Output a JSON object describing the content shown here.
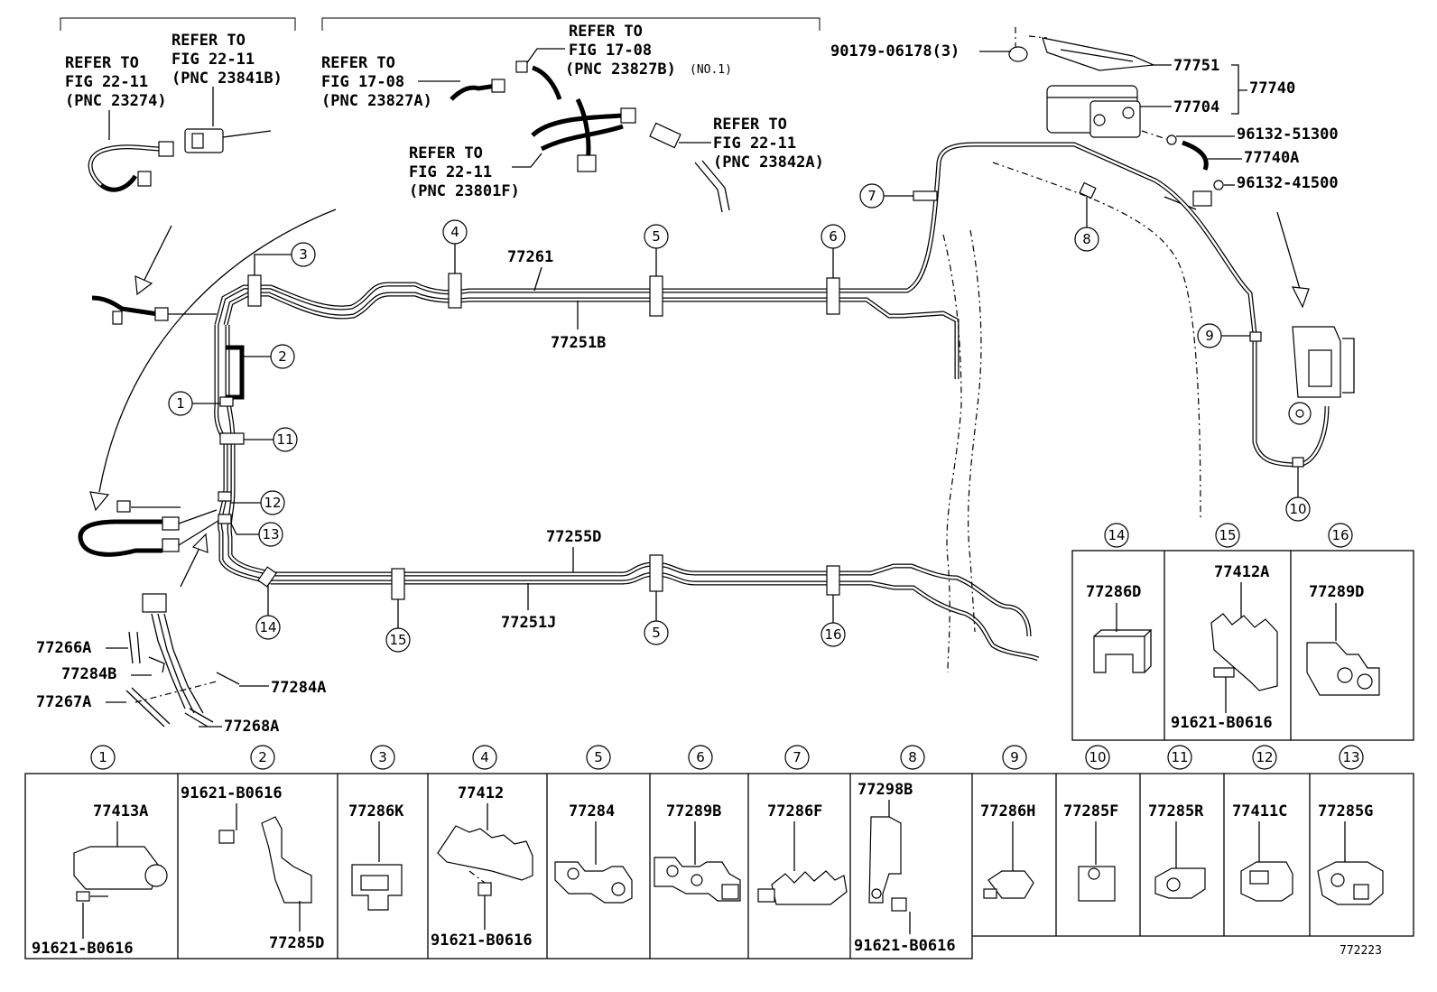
{
  "refs": {
    "r1": [
      "REFER TO",
      "FIG 22-11",
      "(PNC 23274)"
    ],
    "r2": [
      "REFER TO",
      "FIG 22-11",
      "(PNC 23841B)"
    ],
    "r3": [
      "REFER TO",
      "FIG 17-08",
      "(PNC 23827A)"
    ],
    "r4": [
      "REFER TO",
      "FIG 17-08",
      "(PNC 23827B)"
    ],
    "r4_note": "(NO.1)",
    "r5": [
      "REFER TO",
      "FIG 22-11",
      "(PNC 23801F)"
    ],
    "r6": [
      "REFER TO",
      "FIG 22-11",
      "(PNC 23842A)"
    ]
  },
  "parts": {
    "p90179": "90179-06178(3)",
    "p77751": "77751",
    "p77740": "77740",
    "p77704": "77704",
    "p96132_51300": "96132-51300",
    "p77740A": "77740A",
    "p96132_41500": "96132-41500",
    "p77261": "77261",
    "p77251B": "77251B",
    "p77255D": "77255D",
    "p77251J": "77251J",
    "p77266A": "77266A",
    "p77284B": "77284B",
    "p77267A": "77267A",
    "p77284A": "77284A",
    "p77268A": "77268A"
  },
  "callouts": [
    "1",
    "2",
    "3",
    "4",
    "5",
    "6",
    "7",
    "8",
    "9",
    "10",
    "11",
    "12",
    "13",
    "14",
    "15",
    "16"
  ],
  "clip_boxes_right": [
    {
      "num": "14",
      "part": "77286D"
    },
    {
      "num": "15",
      "part": "77412A",
      "bolt": "91621-B0616"
    },
    {
      "num": "16",
      "part": "77289D"
    }
  ],
  "clip_boxes_bottom": [
    {
      "num": "1",
      "part": "77413A",
      "bolt": "91621-B0616"
    },
    {
      "num": "2",
      "part": "77285D",
      "bolt": "91621-B0616"
    },
    {
      "num": "3",
      "part": "77286K"
    },
    {
      "num": "4",
      "part": "77412",
      "bolt": "91621-B0616"
    },
    {
      "num": "5",
      "part": "77284"
    },
    {
      "num": "6",
      "part": "77289B"
    },
    {
      "num": "7",
      "part": "77286F"
    },
    {
      "num": "8",
      "part": "77298B",
      "bolt": "91621-B0616"
    },
    {
      "num": "9",
      "part": "77286H"
    },
    {
      "num": "10",
      "part": "77285F"
    },
    {
      "num": "11",
      "part": "77285R"
    },
    {
      "num": "12",
      "part": "77411C"
    },
    {
      "num": "13",
      "part": "77285G"
    }
  ],
  "figure_id": "772223"
}
